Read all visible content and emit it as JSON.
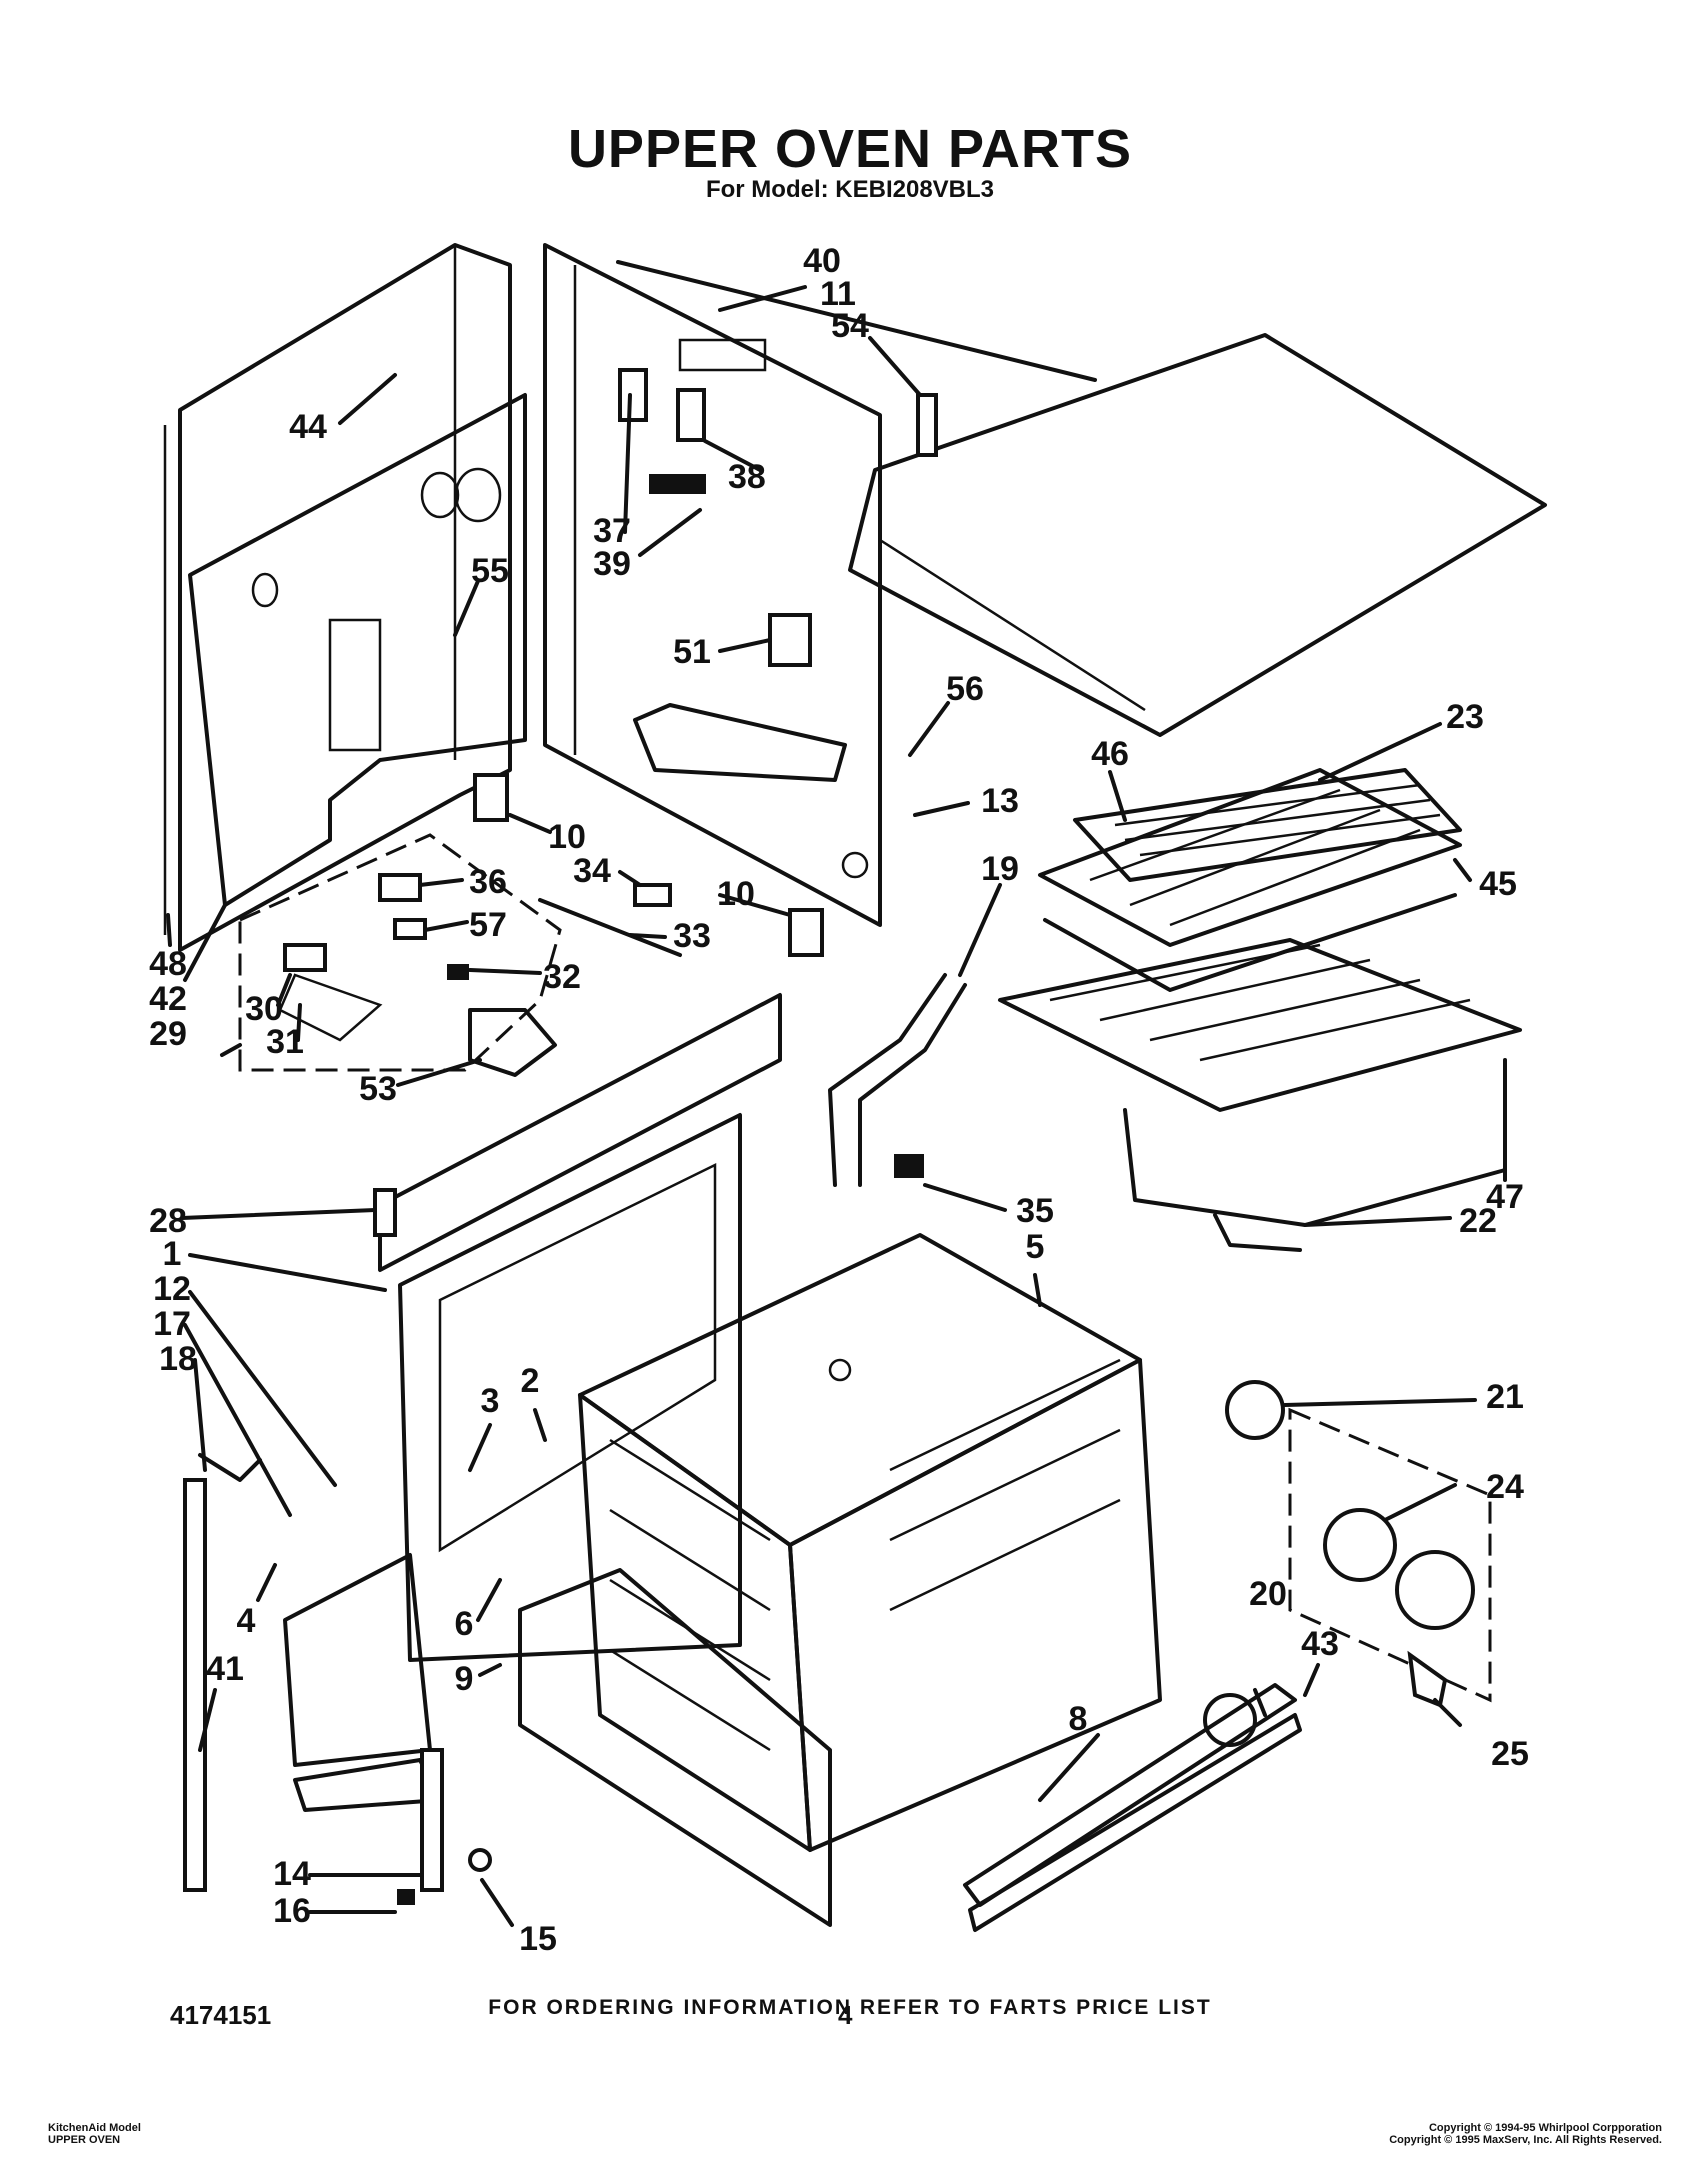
{
  "header": {
    "title": "UPPER OVEN PARTS",
    "model_line": "For Model: KEBI208VBL3"
  },
  "callouts": [
    "40",
    "11",
    "54",
    "44",
    "38",
    "37",
    "39",
    "55",
    "51",
    "56",
    "13",
    "23",
    "46",
    "45",
    "10",
    "34",
    "36",
    "57",
    "33",
    "19",
    "48",
    "42",
    "32",
    "30",
    "31",
    "29",
    "53",
    "47",
    "22",
    "28",
    "35",
    "5",
    "1",
    "12",
    "17",
    "18",
    "3",
    "2",
    "21",
    "24",
    "4",
    "6",
    "41",
    "9",
    "20",
    "43",
    "8",
    "25",
    "14",
    "16",
    "15"
  ],
  "footer": {
    "ordering_note": "FOR ORDERING INFORMATION REFER TO FARTS PRICE LIST",
    "doc_number": "4174151",
    "page_number": "4",
    "brand_line_1": "KitchenAid Model",
    "brand_line_2": "UPPER OVEN",
    "copyright_1": "Copyright © 1994-95 Whirlpool Corpporation",
    "copyright_2": "Copyright © 1995 MaxServ, Inc.  All Rights Reserved."
  }
}
